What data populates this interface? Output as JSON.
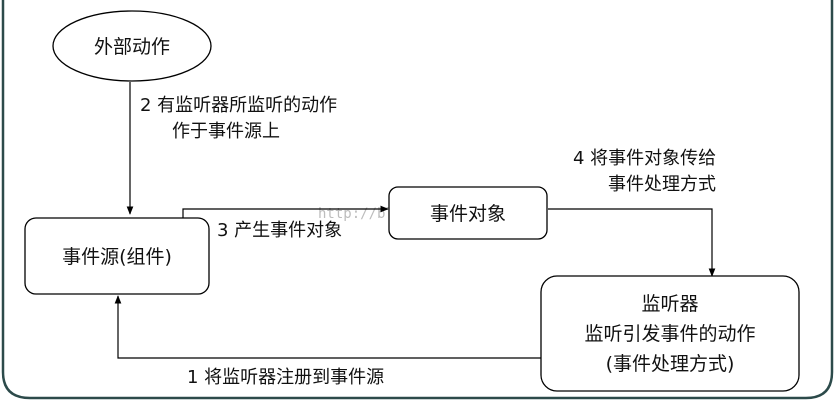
{
  "nodes": {
    "external_action": "外部动作",
    "event_source": "事件源(组件)",
    "event_object": "事件对象",
    "listener": {
      "line1": "监听器",
      "line2": "监听引发事件的动作",
      "line3": "(事件处理方式)"
    }
  },
  "edges": {
    "step1": "1  将监听器注册到事件源",
    "step2": {
      "line1": "2  有监听器所监听的动作",
      "line2": "作于事件源上"
    },
    "step3": "3 产生事件对象",
    "step4": {
      "line1": "4 将事件对象传给",
      "line2": "事件处理方式"
    }
  },
  "watermark": "http://blog.csdn.net/"
}
